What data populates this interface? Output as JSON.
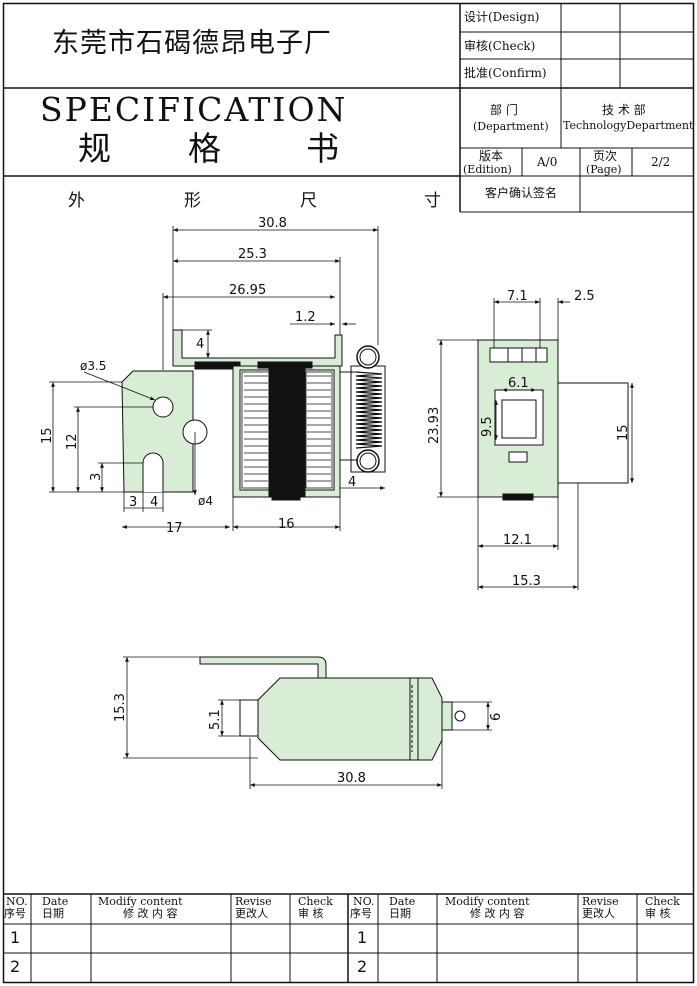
{
  "header": {
    "company": "东莞市石碣德昂电子厂",
    "spec_title": "SPECIFICATION",
    "spec_chars": [
      "规",
      "格",
      "书"
    ],
    "design_label": "设计(Design)",
    "check_label": "审核(Check)",
    "confirm_label": "批准(Confirm)",
    "department_cn": "部  门",
    "department_en": "(Department)",
    "tech_dept_cn": "技 术 部",
    "tech_dept_en": "TechnologyDepartment",
    "edition_cn": "版本",
    "edition_en": "(Edition)",
    "edition_value": "A/0",
    "page_cn": "页次",
    "page_en": "(Page)",
    "page_value": "2/2",
    "outline_chars": [
      "外",
      "形",
      "尺",
      "寸"
    ],
    "customer_sign": "客户确认签名"
  },
  "dimensions": {
    "d30_8_top": "30.8",
    "d25_3": "25.3",
    "d26_95": "26.95",
    "d1_2": "1.2",
    "d4_tab": "4",
    "d_phi3_5": "ø3.5",
    "d15_left": "15",
    "d12": "12",
    "d3_left": "3",
    "d3_bottom": "3",
    "d4_bottom": "4",
    "d_phi4": "ø4",
    "d17": "17",
    "d16": "16",
    "d4_spring": "4",
    "d7_1": "7.1",
    "d2_5": "2.5",
    "d6_1": "6.1",
    "d9_5": "9.5",
    "d23_93": "23.93",
    "d15_side": "15",
    "d12_1": "12.1",
    "d15_3_side": "15.3",
    "d15_3_bottom": "15.3",
    "d5_1": "5.1",
    "d6": "6",
    "d30_8_bottom": "30.8"
  },
  "revision_table": {
    "headers": [
      {
        "en": "NO.",
        "cn": "序号"
      },
      {
        "en": "Date",
        "cn": "日期"
      },
      {
        "en": "Modify content",
        "cn": "修 改 内 容"
      },
      {
        "en": "Revise",
        "cn": "更改人"
      },
      {
        "en": "Check",
        "cn": "审  核"
      }
    ],
    "left_rows": [
      "1",
      "2"
    ],
    "right_rows": [
      "1",
      "2"
    ]
  },
  "colors": {
    "part_fill": "#d9ecd6",
    "line": "#111111"
  }
}
